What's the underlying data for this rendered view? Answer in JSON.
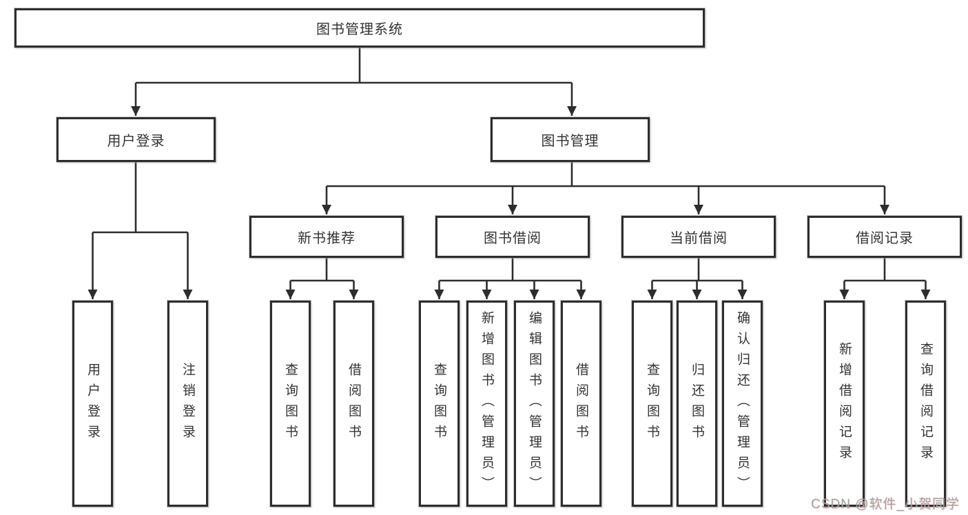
{
  "diagram": {
    "title_node": {
      "label": "图书管理系统"
    },
    "level2": {
      "user_login": {
        "label": "用户登录"
      },
      "book_management": {
        "label": "图书管理"
      }
    },
    "level3": {
      "new_book_recommend": {
        "label": "新书推荐"
      },
      "book_borrow": {
        "label": "图书借阅"
      },
      "current_borrow": {
        "label": "当前借阅"
      },
      "borrow_records": {
        "label": "借阅记录"
      }
    },
    "leaves": {
      "g0": [
        {
          "label": "用户登录"
        },
        {
          "label": "注销登录"
        }
      ],
      "g1": [
        {
          "label": "查询图书"
        },
        {
          "label": "借阅图书"
        }
      ],
      "g2": [
        {
          "label": "查询图书"
        },
        {
          "label": "新增图书（管理员）"
        },
        {
          "label": "编辑图书（管理员）"
        },
        {
          "label": "借阅图书"
        }
      ],
      "g3": [
        {
          "label": "查询图书"
        },
        {
          "label": "归还图书"
        },
        {
          "label": "确认归还（管理员）"
        }
      ],
      "g4": [
        {
          "label": "新增借阅记录"
        },
        {
          "label": "查询借阅记录"
        }
      ]
    }
  },
  "watermark": {
    "text": "CSDN @软件_小贺同学"
  },
  "colors": {
    "line": "#2d2d2d",
    "box_border": "#2d2d2d",
    "text": "#333333",
    "watermark": "#a3a3a3",
    "background": "#ffffff"
  }
}
